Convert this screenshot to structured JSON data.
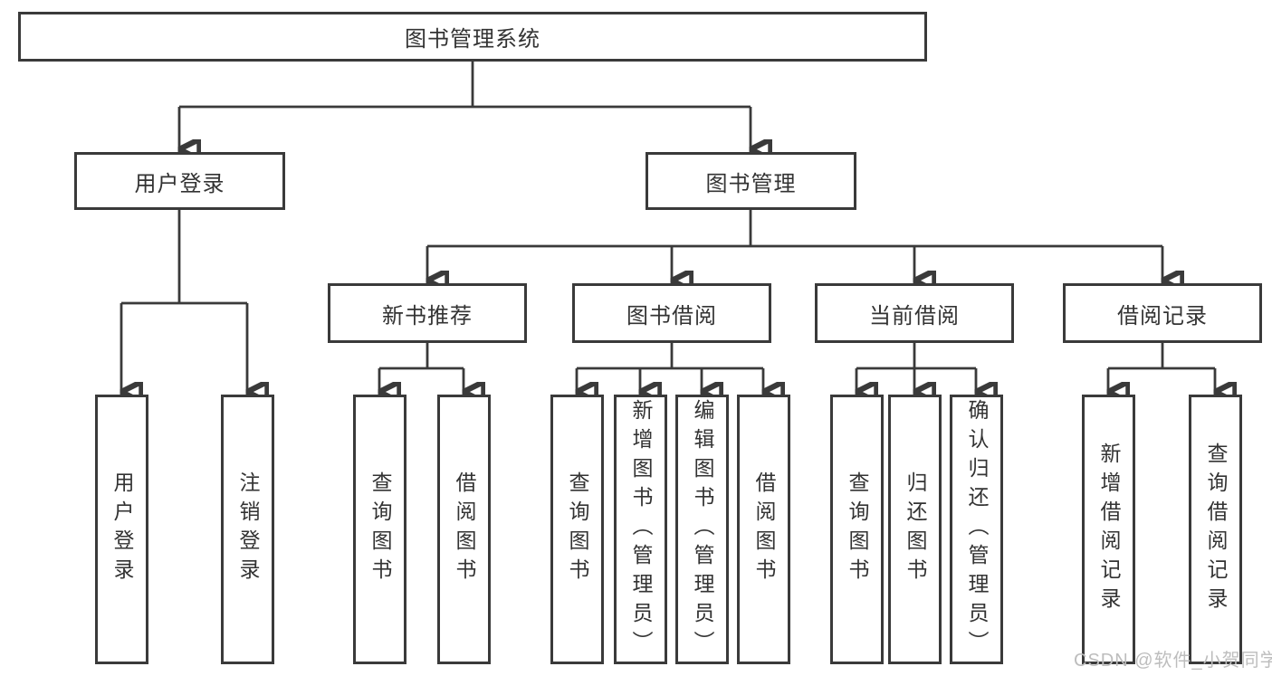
{
  "nodes": {
    "root": {
      "label": "图书管理系统"
    },
    "branches": [
      {
        "label": "用户登录"
      },
      {
        "label": "图书管理"
      }
    ],
    "sections": [
      {
        "label": "新书推荐"
      },
      {
        "label": "图书借阅"
      },
      {
        "label": "当前借阅"
      },
      {
        "label": "借阅记录"
      }
    ],
    "leaves": [
      {
        "label": "用户登录"
      },
      {
        "label": "注销登录"
      },
      {
        "label": "查询图书"
      },
      {
        "label": "借阅图书"
      },
      {
        "label": "查询图书"
      },
      {
        "label": "新增图书（管理员）"
      },
      {
        "label": "编辑图书（管理员）"
      },
      {
        "label": "借阅图书"
      },
      {
        "label": "查询图书"
      },
      {
        "label": "归还图书"
      },
      {
        "label": "确认归还（管理员）"
      },
      {
        "label": "新增借阅记录"
      },
      {
        "label": "查询借阅记录"
      }
    ]
  },
  "watermark": {
    "text": "CSDN @软件_小贺同学"
  },
  "colors": {
    "line": "#3a3a3a",
    "text": "#333333",
    "background": "#ffffff",
    "watermark": "#bdbdbd"
  }
}
